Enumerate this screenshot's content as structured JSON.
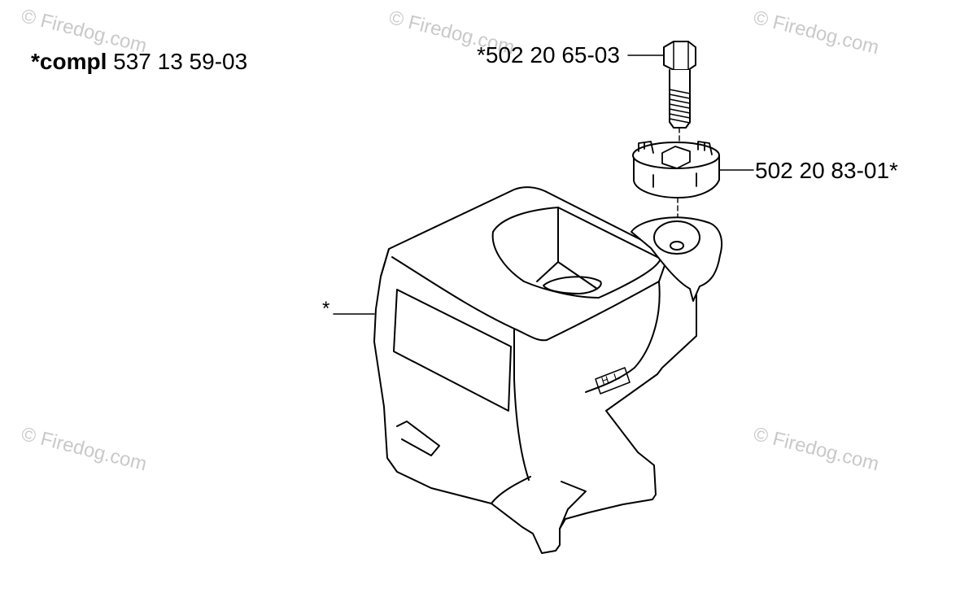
{
  "watermark": "© Firedog.com",
  "compl_prefix": "*compl",
  "compl_number": "537 13 59-03",
  "callouts": {
    "bolt": "*502 20 65-03",
    "nut": "502 20 83-01*",
    "cover": "*"
  },
  "cover_marking": "H L"
}
